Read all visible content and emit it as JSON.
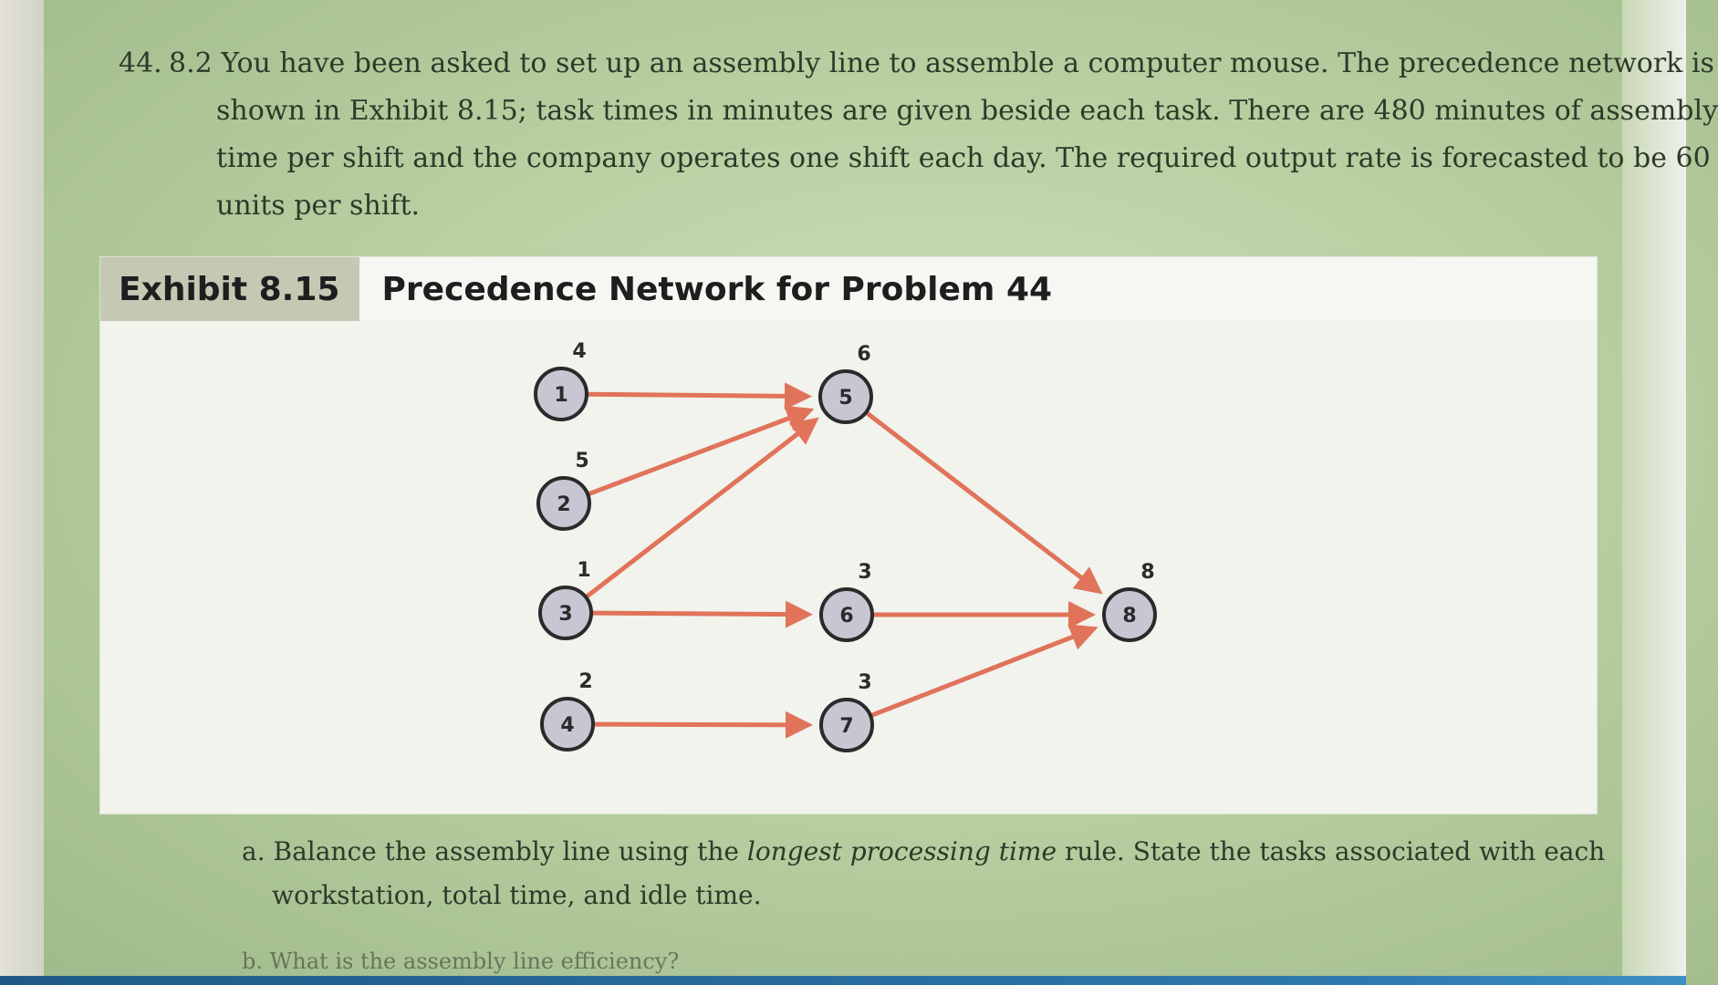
{
  "problem": {
    "number": "44.",
    "lines": [
      "8.2  You have been asked to set up an assembly line to assemble a computer mouse. The precedence network is",
      "shown in Exhibit 8.15; task times in minutes are given beside each task. There are 480 minutes of assembly",
      "time per shift and the company operates one shift each day. The required output rate is forecasted to be 60",
      "units per shift."
    ]
  },
  "exhibit": {
    "label": "Exhibit 8.15",
    "title": "Precedence Network for Problem 44"
  },
  "network": {
    "nodes": [
      {
        "id": "1",
        "time": "4"
      },
      {
        "id": "2",
        "time": "5"
      },
      {
        "id": "3",
        "time": "1"
      },
      {
        "id": "4",
        "time": "2"
      },
      {
        "id": "5",
        "time": "6"
      },
      {
        "id": "6",
        "time": "3"
      },
      {
        "id": "7",
        "time": "3"
      },
      {
        "id": "8",
        "time": "8"
      }
    ],
    "edges": [
      [
        "1",
        "5"
      ],
      [
        "2",
        "5"
      ],
      [
        "3",
        "5"
      ],
      [
        "3",
        "6"
      ],
      [
        "4",
        "7"
      ],
      [
        "5",
        "8"
      ],
      [
        "6",
        "8"
      ],
      [
        "7",
        "8"
      ]
    ],
    "arrow_color": "#e0735a",
    "node_fill": "#c9c6d4"
  },
  "questions": {
    "a_prefix": "a. Balance the assembly line using the ",
    "a_italic": "longest processing time",
    "a_suffix": " rule. State the tasks associated with each",
    "a_line2": "workstation, total time, and idle time.",
    "b": "b. What is the assembly line efficiency?"
  }
}
